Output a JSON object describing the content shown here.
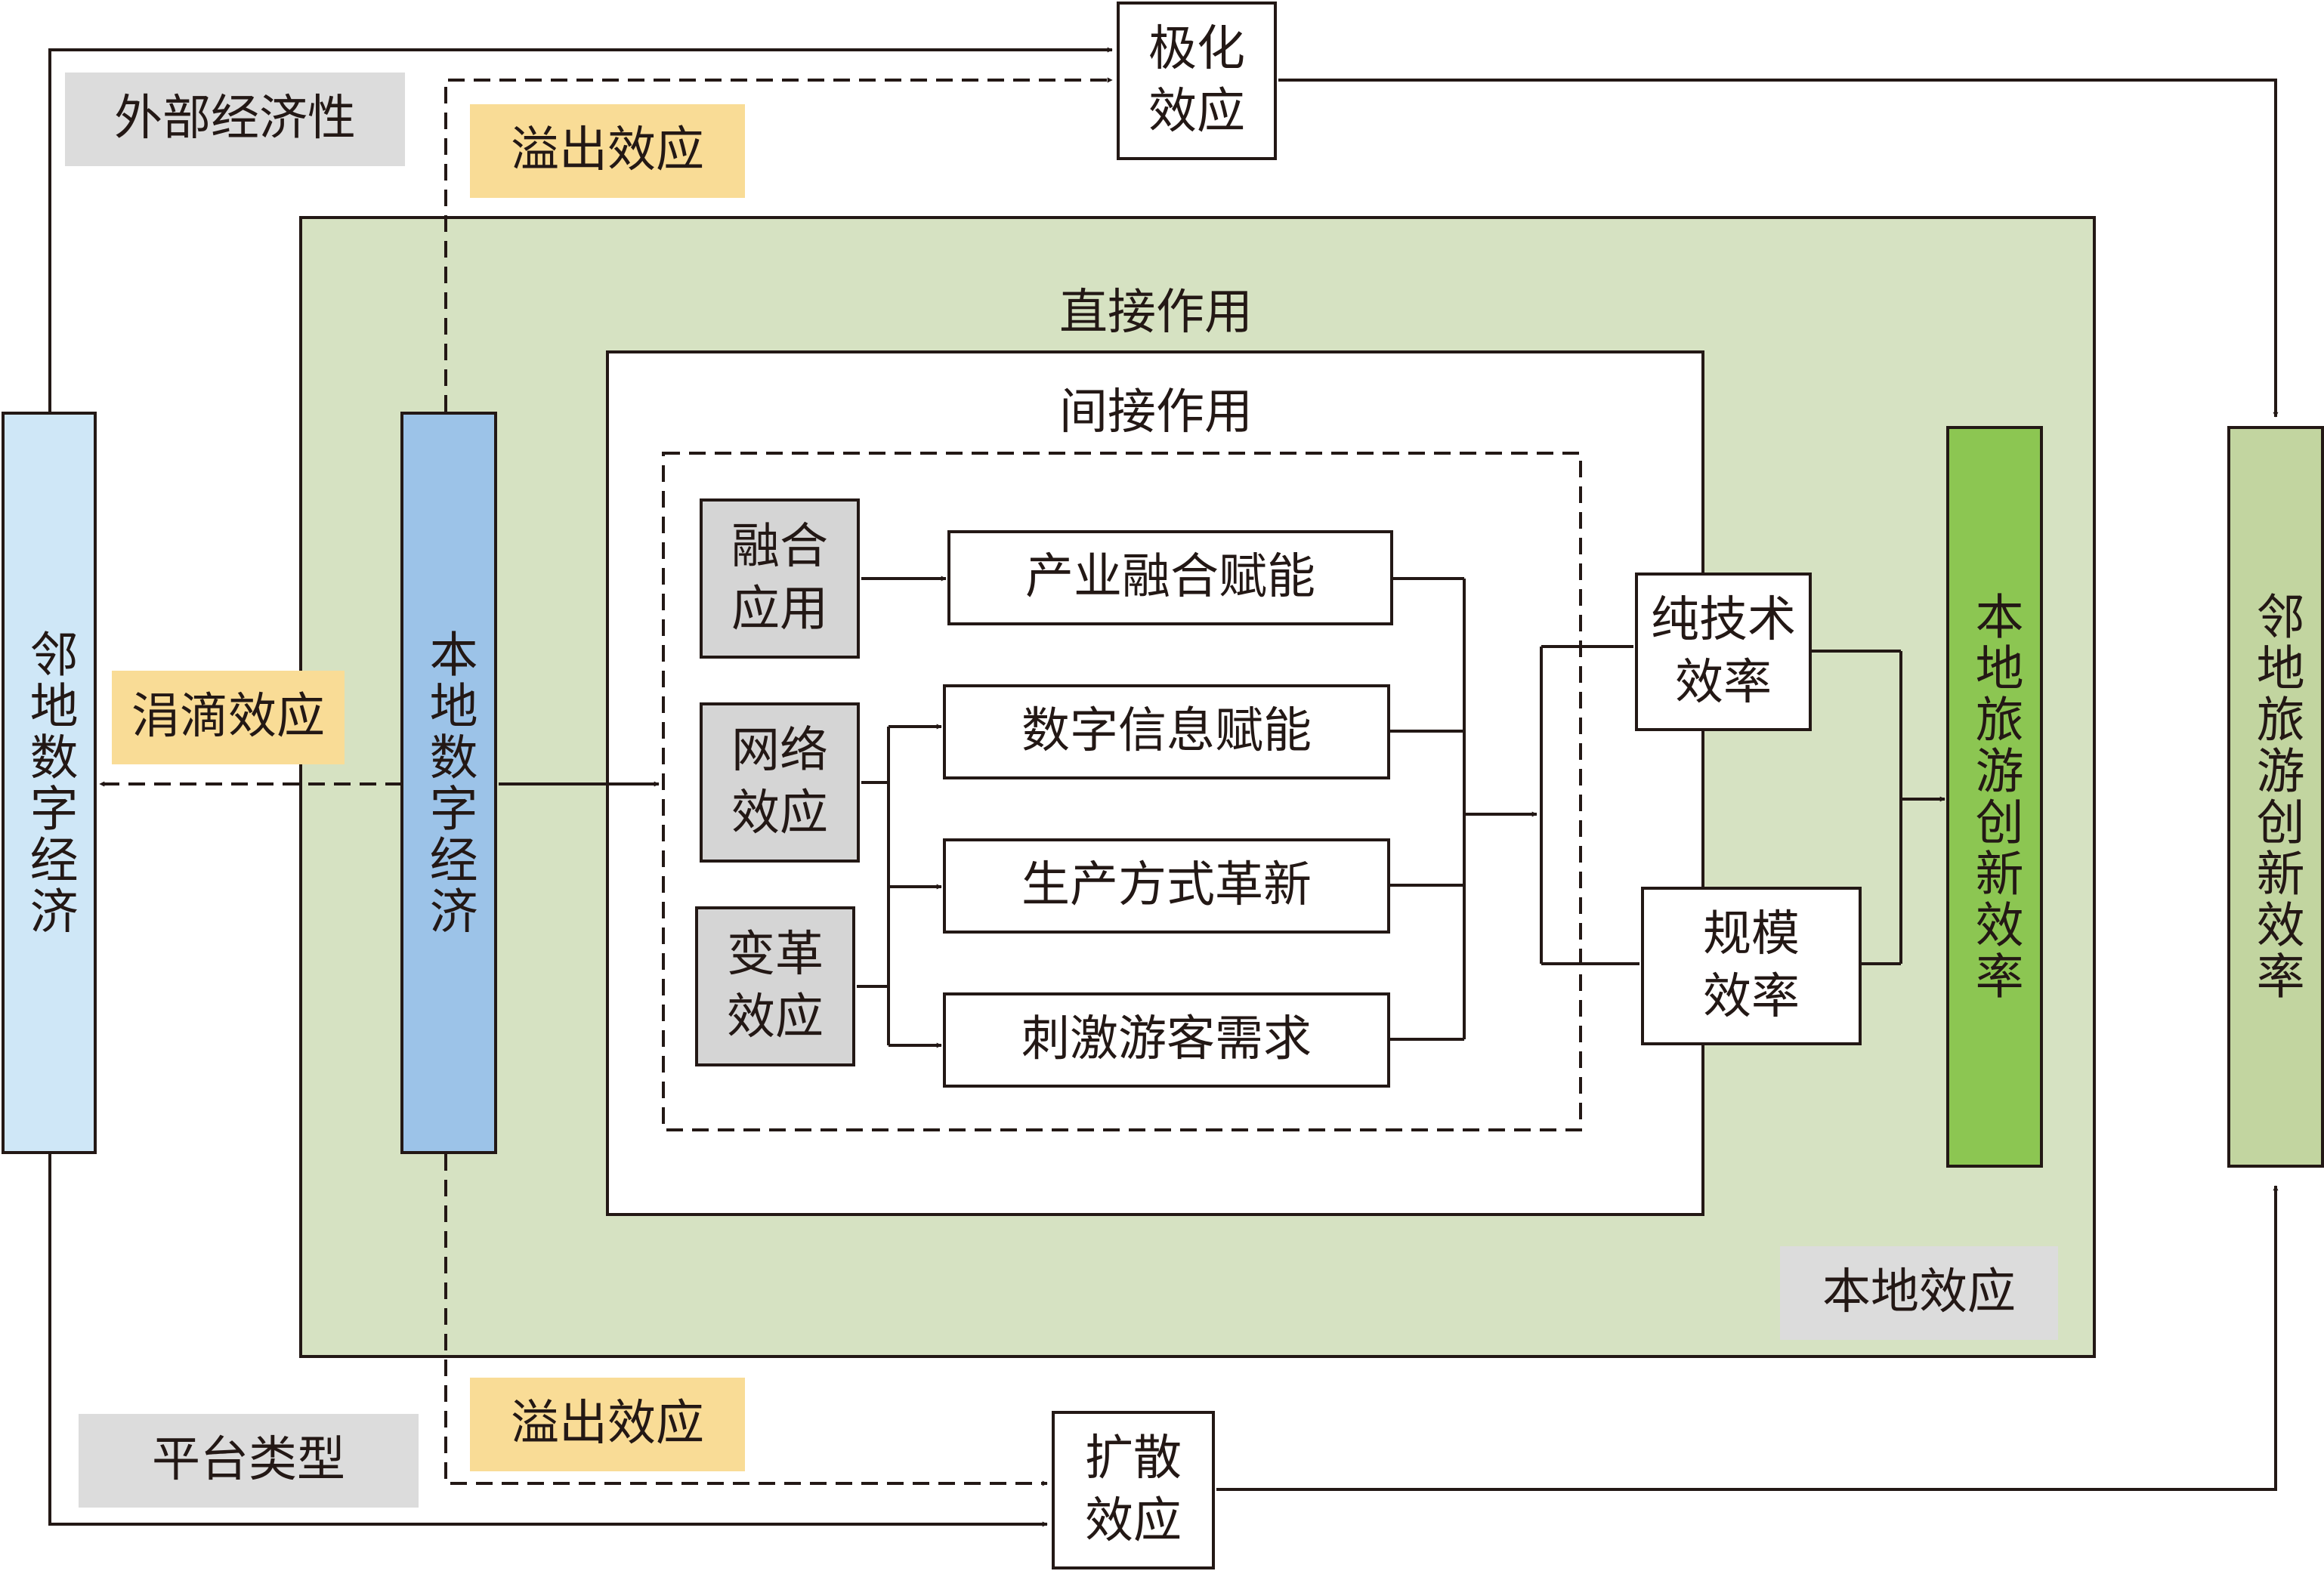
{
  "regions": {
    "local_effect_area_color": "#d6e2c2",
    "local_effect_label": "本地效应",
    "direct_effect_label": "直接作用",
    "indirect_effect_label": "间接作用"
  },
  "side_nodes": {
    "neighbor_digital_economy": "邻地数字经济",
    "local_digital_economy": "本地数字经济",
    "local_tourism_innovation_efficiency": "本地旅游创新效率",
    "neighbor_tourism_innovation_efficiency": "邻地旅游创新效率"
  },
  "top": {
    "external_economy_tag": "外部经济性",
    "spillover_tag": "溢出效应",
    "polarization_box": "极化\n效应"
  },
  "bottom": {
    "platform_type_tag": "平台类型",
    "spillover_tag": "溢出效应",
    "diffusion_box": "扩散\n效应"
  },
  "trickle_tag": "涓滴效应",
  "mechanism_sources": {
    "fusion_application": "融合\n应用",
    "network_effect": "网络\n效应",
    "transformation_effect": "变革\n效应"
  },
  "channels": {
    "industry_fusion": "产业融合赋能",
    "digital_information": "数字信息赋能",
    "production_innovation": "生产方式革新",
    "tourist_demand": "刺激游客需求"
  },
  "efficiencies": {
    "pure_technical": "纯技术\n效率",
    "scale": "规模\n效率"
  },
  "colors": {
    "neighbor_digital_economy": "#cfe7f7",
    "local_digital_economy": "#9cc3e8",
    "local_tourism": "#8cc652",
    "neighbor_tourism": "#c2d5a0",
    "gray_tag": "#dcdcdc",
    "yellow_tag": "#f9dc96",
    "line": "#231815"
  }
}
